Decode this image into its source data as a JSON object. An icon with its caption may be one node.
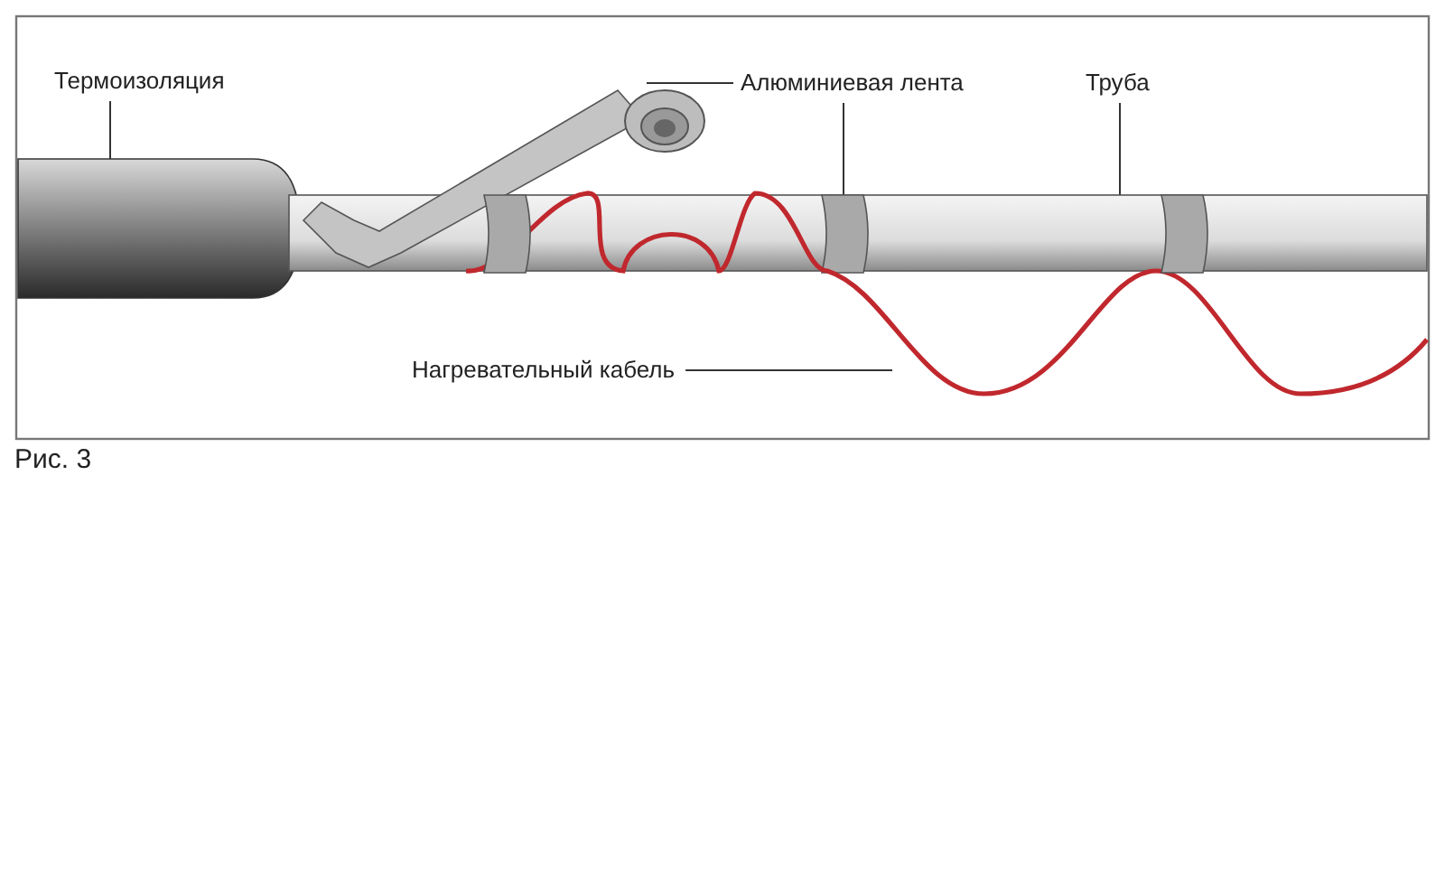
{
  "diagram": {
    "nodes": [
      {
        "text": [
          "Термоизоляция"
        ]
      },
      {
        "text": [],
        "shape": "picture"
      },
      {
        "text": [
          "Алюминиевая лента"
        ]
      },
      {
        "text": [],
        "shape": "picture"
      },
      {
        "text": [],
        "shape": "bar",
        "in": 6
      },
      {
        "text": [
          "Труба"
        ]
      },
      {
        "text": [],
        "shape": "picture"
      },
      {
        "text": [
          "Нагревательный кабель"
        ]
      },
      {
        "text": [],
        "shape": "picture"
      }
    ],
    "edges": [
      {
        "from": 0,
        "to": 1,
        "arrow": "none"
      },
      {
        "from": 2,
        "to": 3,
        "arrow": "none"
      },
      {
        "from": 2,
        "to": 4,
        "arrow": "none"
      },
      {
        "from": 5,
        "to": 6,
        "arrow": "none"
      },
      {
        "from": 7,
        "to": 8,
        "arrow": "none"
      }
    ],
    "labels": [
      "Рис. 3"
    ]
  }
}
